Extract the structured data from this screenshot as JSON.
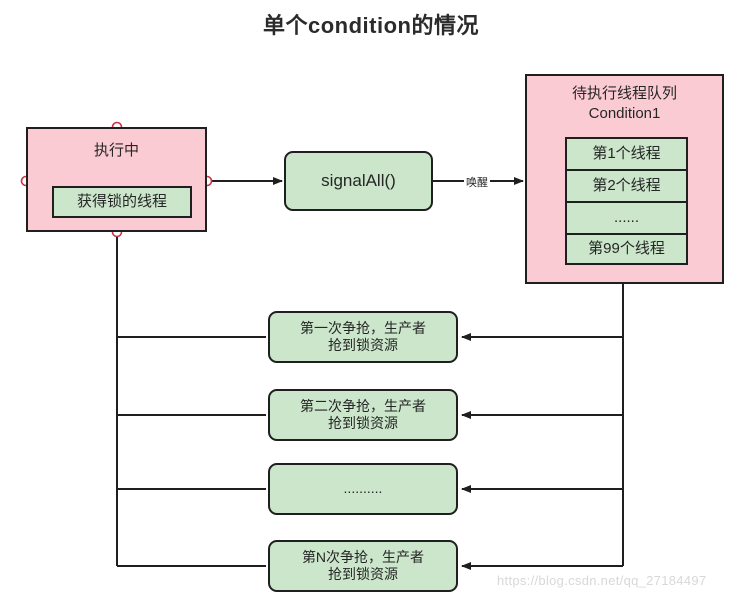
{
  "title": "单个condition的情况",
  "executing": {
    "header": "执行中",
    "inner_label": "获得锁的线程"
  },
  "signal": {
    "label": "signalAll()"
  },
  "queue": {
    "header_line1": "待执行线程队列",
    "header_line2": "Condition1",
    "items": [
      "第1个线程",
      "第2个线程",
      "......",
      "第99个线程"
    ]
  },
  "edges": {
    "wake_label": "唤醒"
  },
  "contend_rows": [
    "第一次争抢，生产者\n抢到锁资源",
    "第二次争抢，生产者\n抢到锁资源",
    "..........",
    "第N次争抢，生产者\n抢到锁资源"
  ],
  "watermark": "https://blog.csdn.net/qq_27184497",
  "colors": {
    "pink_fill": "#fbcbd3",
    "green_fill": "#cbe6cb",
    "stroke": "#1f1f1f",
    "handle_stroke": "#cc3344",
    "text": "#262626",
    "watermark": "#d8d8d8"
  }
}
